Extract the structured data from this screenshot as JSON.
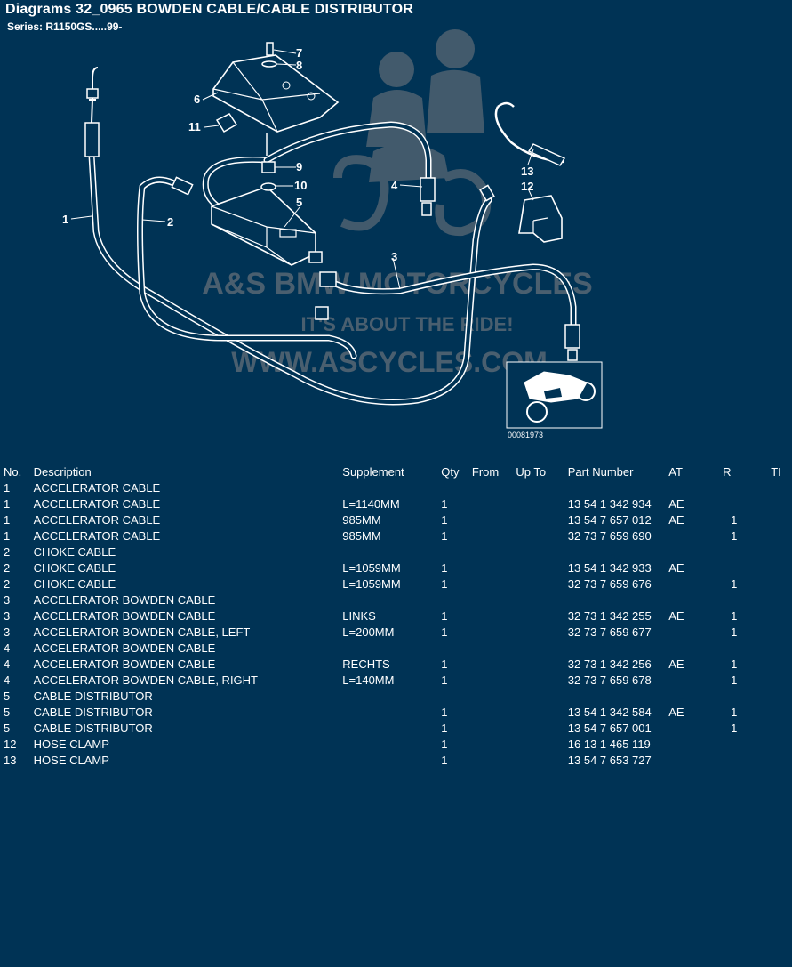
{
  "header": {
    "title": "Diagrams 32_0965 BOWDEN CABLE/CABLE DISTRIBUTOR",
    "series": "Series: R1150GS.....99-"
  },
  "diagram": {
    "callouts": [
      "1",
      "2",
      "3",
      "4",
      "5",
      "6",
      "7",
      "8",
      "9",
      "10",
      "11",
      "12",
      "13"
    ],
    "image_code": "00081973",
    "watermark": {
      "line1": "A&S BMW MOTORCYCLES",
      "line2": "IT'S ABOUT THE RIDE!",
      "line3": "WWW.ASCYCLES.COM"
    }
  },
  "table": {
    "columns": [
      "No.",
      "Description",
      "Supplement",
      "Qty",
      "From",
      "Up To",
      "Part Number",
      "AT",
      "R",
      "TI"
    ],
    "rows": [
      {
        "no": "1",
        "desc": "ACCELERATOR CABLE",
        "sup": "",
        "qty": "",
        "from": "",
        "upto": "",
        "pn": "",
        "at": "",
        "r": ""
      },
      {
        "no": "1",
        "desc": "ACCELERATOR CABLE",
        "sup": "L=1140MM",
        "qty": "1",
        "from": "",
        "upto": "",
        "pn": "13 54 1 342 934",
        "at": "AE",
        "r": ""
      },
      {
        "no": "1",
        "desc": "ACCELERATOR CABLE",
        "sup": "985MM",
        "qty": "1",
        "from": "",
        "upto": "",
        "pn": "13 54 7 657 012",
        "at": "AE",
        "r": "1"
      },
      {
        "no": "1",
        "desc": "ACCELERATOR CABLE",
        "sup": "985MM",
        "qty": "1",
        "from": "",
        "upto": "",
        "pn": "32 73 7 659 690",
        "at": "",
        "r": "1"
      },
      {
        "no": "2",
        "desc": "CHOKE CABLE",
        "sup": "",
        "qty": "",
        "from": "",
        "upto": "",
        "pn": "",
        "at": "",
        "r": ""
      },
      {
        "no": "2",
        "desc": "CHOKE CABLE",
        "sup": "L=1059MM",
        "qty": "1",
        "from": "",
        "upto": "",
        "pn": "13 54 1 342 933",
        "at": "AE",
        "r": ""
      },
      {
        "no": "2",
        "desc": "CHOKE CABLE",
        "sup": "L=1059MM",
        "qty": "1",
        "from": "",
        "upto": "",
        "pn": "32 73 7 659 676",
        "at": "",
        "r": "1"
      },
      {
        "no": "3",
        "desc": "ACCELERATOR BOWDEN CABLE",
        "sup": "",
        "qty": "",
        "from": "",
        "upto": "",
        "pn": "",
        "at": "",
        "r": ""
      },
      {
        "no": "3",
        "desc": "ACCELERATOR BOWDEN CABLE",
        "sup": "LINKS",
        "qty": "1",
        "from": "",
        "upto": "",
        "pn": "32 73 1 342 255",
        "at": "AE",
        "r": "1"
      },
      {
        "no": "3",
        "desc": "ACCELERATOR BOWDEN CABLE, LEFT",
        "sup": "L=200MM",
        "qty": "1",
        "from": "",
        "upto": "",
        "pn": "32 73 7 659 677",
        "at": "",
        "r": "1"
      },
      {
        "no": "4",
        "desc": "ACCELERATOR BOWDEN CABLE",
        "sup": "",
        "qty": "",
        "from": "",
        "upto": "",
        "pn": "",
        "at": "",
        "r": ""
      },
      {
        "no": "4",
        "desc": "ACCELERATOR BOWDEN CABLE",
        "sup": "RECHTS",
        "qty": "1",
        "from": "",
        "upto": "",
        "pn": "32 73 1 342 256",
        "at": "AE",
        "r": "1"
      },
      {
        "no": "4",
        "desc": "ACCELERATOR BOWDEN CABLE, RIGHT",
        "sup": "L=140MM",
        "qty": "1",
        "from": "",
        "upto": "",
        "pn": "32 73 7 659 678",
        "at": "",
        "r": "1"
      },
      {
        "no": "5",
        "desc": "CABLE DISTRIBUTOR",
        "sup": "",
        "qty": "",
        "from": "",
        "upto": "",
        "pn": "",
        "at": "",
        "r": ""
      },
      {
        "no": "5",
        "desc": "CABLE DISTRIBUTOR",
        "sup": "",
        "qty": "1",
        "from": "",
        "upto": "",
        "pn": "13 54 1 342 584",
        "at": "AE",
        "r": "1"
      },
      {
        "no": "5",
        "desc": "CABLE DISTRIBUTOR",
        "sup": "",
        "qty": "1",
        "from": "",
        "upto": "",
        "pn": "13 54 7 657 001",
        "at": "",
        "r": "1"
      },
      {
        "no": "12",
        "desc": "HOSE CLAMP",
        "sup": "",
        "qty": "1",
        "from": "",
        "upto": "",
        "pn": "16 13 1 465 119",
        "at": "",
        "r": ""
      },
      {
        "no": "13",
        "desc": "HOSE CLAMP",
        "sup": "",
        "qty": "1",
        "from": "",
        "upto": "",
        "pn": "13 54 7 653 727",
        "at": "",
        "r": ""
      }
    ]
  }
}
